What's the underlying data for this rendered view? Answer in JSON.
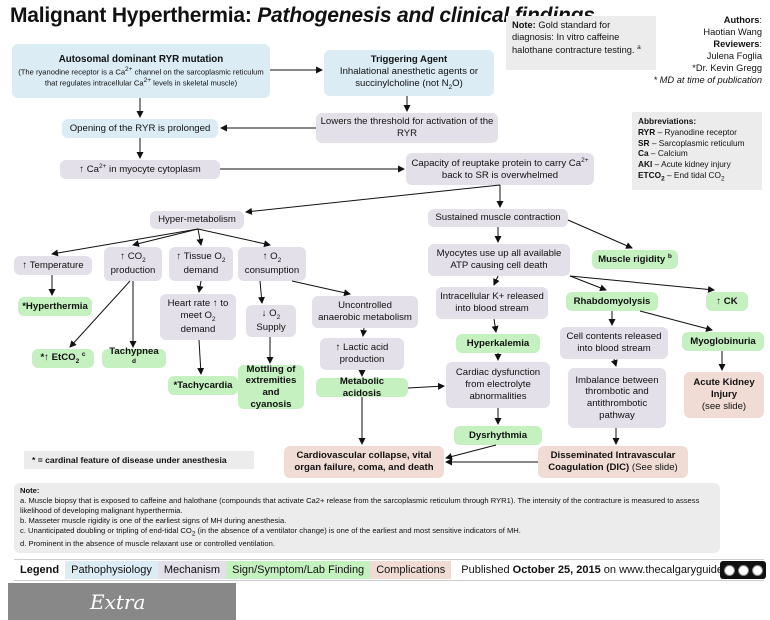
{
  "title": {
    "main": "Malignant Hyperthermia:",
    "sub": "Pathogenesis and clinical findings"
  },
  "note": {
    "label": "Note:",
    "text": "Gold standard for diagnosis: In vitro caffeine halothane contracture testing.",
    "mark": "a"
  },
  "authors": {
    "label": "Authors",
    "name1": "Haotian Wang",
    "reviewers_label": "Reviewers",
    "name2": "Julena Foglia",
    "name3": "*Dr. Kevin Gregg",
    "md_note": "* MD at time of publication"
  },
  "abbreviations": {
    "label": "Abbreviations:",
    "items": [
      {
        "abbr": "RYR",
        "def": "Ryanodine receptor"
      },
      {
        "abbr": "SR",
        "def": "Sarcoplasmic reticulum"
      },
      {
        "abbr": "Ca",
        "def": "Calcium"
      },
      {
        "abbr": "AKI",
        "def": "Acute kidney injury"
      },
      {
        "abbr": "ETCO",
        "sub": "2",
        "def": "End tidal CO",
        "def_sub": "2"
      }
    ]
  },
  "boxes": {
    "ryr_title": "Autosomal dominant RYR mutation",
    "ryr_text_1": "(The ryanodine receptor is a Ca",
    "ryr_text_2": " channel on the sarcoplasmic reticulum that regulates intracellular Ca",
    "ryr_text_3": " levels in skeletal muscle)",
    "sup_2plus": "2+",
    "trigger_title": "Triggering Agent",
    "trigger_text_1": "Inhalational anesthetic agents or succinylcholine (not N",
    "trigger_sub": "2",
    "trigger_text_2": "O)",
    "opening": "Opening of the RYR is prolonged",
    "lowers": "Lowers the threshold for activation of the RYR",
    "ca_cyto_1": "↑ Ca",
    "ca_cyto_2": " in myocyte cytoplasm",
    "capacity_1": "Capacity of reuptake protein to carry Ca",
    "capacity_2": " back to SR is overwhelmed",
    "hypermetab": "Hyper-metabolism",
    "sustained": "Sustained muscle contraction",
    "temperature": "↑ Temperature",
    "co2_1": "↑ CO",
    "co2_2": " production",
    "tissue_o2_1": "↑ Tissue O",
    "tissue_o2_2": " demand",
    "o2_consumption_1": "↑ O",
    "o2_consumption_2": " consumption",
    "myocytes_atp": "Myocytes use up all available ATP causing cell death",
    "muscle_rigidity": "Muscle rigidity",
    "mark_b": "b",
    "hyperthermia": "*Hyperthermia",
    "heart_rate": "Heart rate ↑ to meet O",
    "heart_rate_2": " demand",
    "o2_supply_1": "↓ O",
    "o2_supply_2": " Supply",
    "uncontrolled": "Uncontrolled anaerobic metabolism",
    "k_release": "Intracellular K+ released into blood stream",
    "rhabdo": "Rhabdomyolysis",
    "ck": "↑ CK",
    "etco2_1": "*↑ EtCO",
    "etco2_2": "c",
    "tachypnea": "Tachypnea",
    "mark_d": "d",
    "lactic": "↑ Lactic acid production",
    "hyperkalemia": "Hyperkalemia",
    "cell_contents": "Cell contents released into blood stream",
    "myoglobinuria": "Myoglobinuria",
    "tachycardia": "*Tachycardia",
    "mottling": "Mottling of extremities and cyanosis",
    "metabolic_acidosis": "Metabolic acidosis",
    "cardiac_dysfunction": "Cardiac dysfunction from electrolyte abnormalities",
    "imbalance": "Imbalance between thrombotic and antithrombotic pathway",
    "aki_1": "Acute Kidney Injury",
    "aki_2": "(see slide)",
    "dysrhythmia": "Dysrhythmia",
    "cv_collapse": "Cardiovascular collapse, vital organ failure, coma, and death",
    "dic_1": "Disseminated Intravascular Coagulation (DIC)",
    "dic_2": " (See slide)"
  },
  "cardinal": "* = cardinal feature of disease under anesthesia",
  "notes": {
    "label": "Note:",
    "a": "a. Muscle biopsy that is exposed to caffeine and halothane (compounds that activate Ca2+ release from the sarcoplasmic reticulum through RYR1). The intensity of the contracture is measured to assess likelihood of developing malignant hyperthermia.",
    "b": "b. Masseter muscle rigidity is one of the earliest signs of MH during anesthesia.",
    "c_1": "c. Unanticipated doubling or tripling of end-tidal CO",
    "c_2": " (in the absence of a ventilator change) is one of the earliest and most sensitive indicators of MH.",
    "d": "d. Prominent in the absence of muscle relaxant use or controlled ventilation."
  },
  "legend": {
    "label": "Legend",
    "items": [
      "Pathophysiology",
      "Mechanism",
      "Sign/Symptom/Lab Finding",
      "Complications"
    ],
    "colors": [
      "#dbecf5",
      "#e4e0ea",
      "#c5f0c0",
      "#f1dcd5"
    ]
  },
  "published": {
    "prefix": "Published ",
    "date": "October 25, 2015",
    "suffix": " on www.thecalgaryguide.com"
  },
  "extra_label": "Extra",
  "cc_icon": "creative-commons-badge-icon"
}
